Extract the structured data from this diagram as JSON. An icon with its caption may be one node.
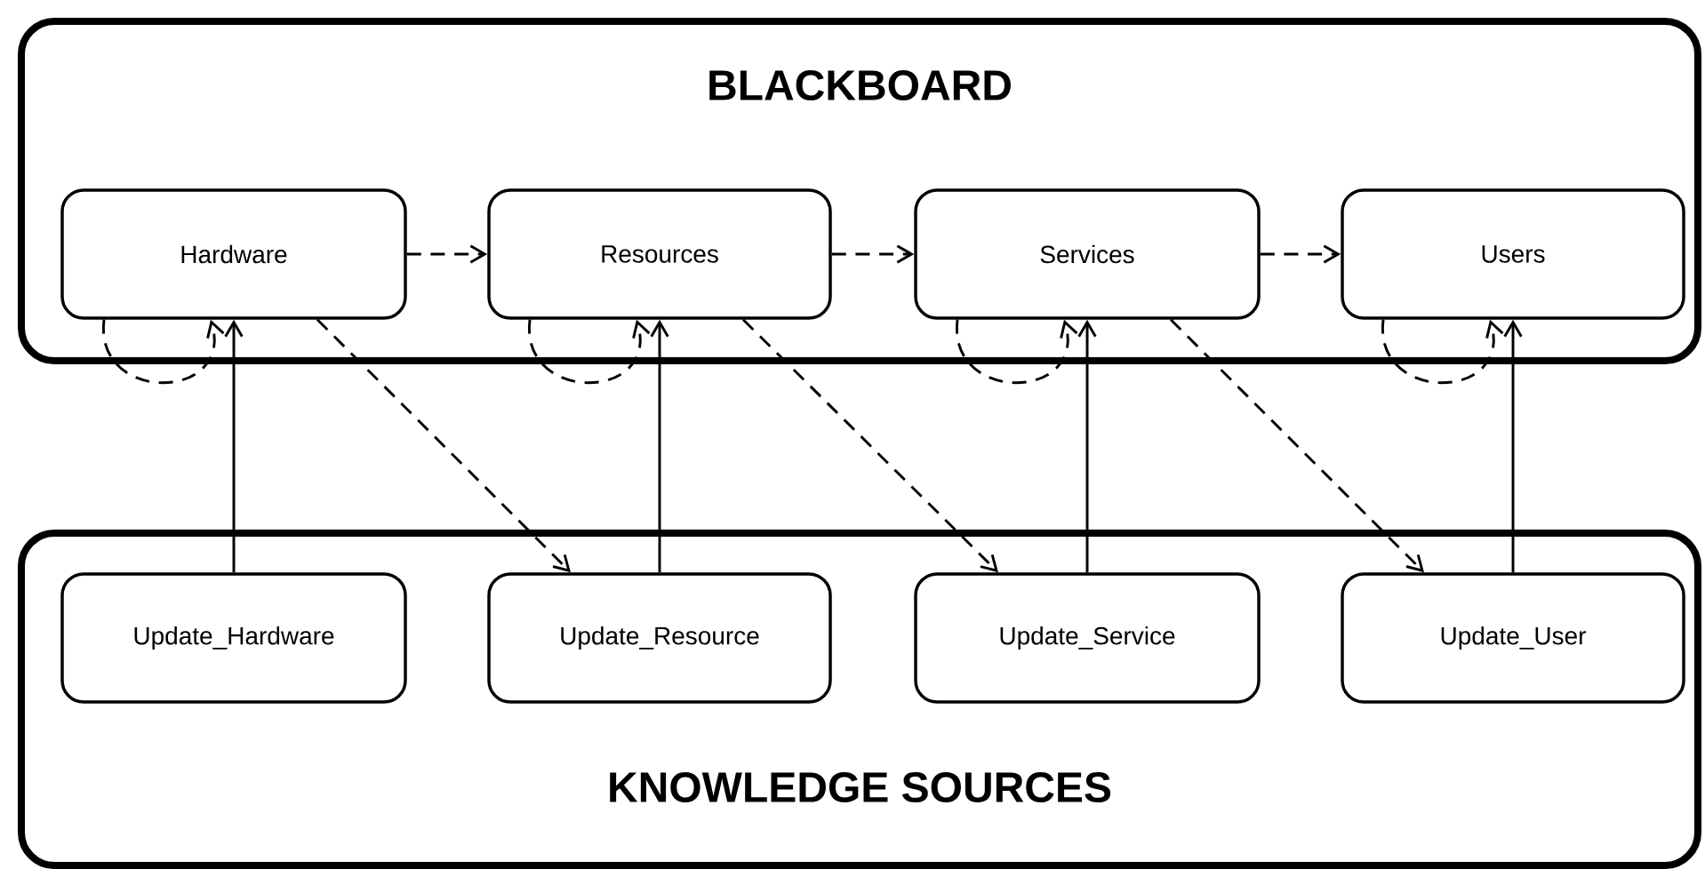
{
  "diagram": {
    "nodes": [
      {
        "text": [
          "BLACKBOARD"
        ]
      },
      {
        "text": [
          "Hardware"
        ],
        "in": 0
      },
      {
        "text": [
          "Resources"
        ],
        "in": 0
      },
      {
        "text": [
          "Services"
        ],
        "in": 0
      },
      {
        "text": [
          "Users"
        ],
        "in": 0
      },
      {
        "text": [
          "KNOWLEDGE  SOURCES"
        ]
      },
      {
        "text": [
          "Update_Hardware"
        ],
        "in": 5
      },
      {
        "text": [
          "Update_Resource"
        ],
        "in": 5
      },
      {
        "text": [
          "Update_Service"
        ],
        "in": 5
      },
      {
        "text": [
          "Update_User"
        ],
        "in": 5
      }
    ],
    "edges": [
      {
        "from": 1,
        "to": 2,
        "arrow": "to",
        "style": "dashed"
      },
      {
        "from": 2,
        "to": 3,
        "arrow": "to",
        "style": "dashed"
      },
      {
        "from": 3,
        "to": 4,
        "arrow": "to",
        "style": "dashed"
      },
      {
        "from": 1,
        "to": 1,
        "arrow": "to",
        "style": "dashed"
      },
      {
        "from": 2,
        "to": 2,
        "arrow": "to",
        "style": "dashed"
      },
      {
        "from": 3,
        "to": 3,
        "arrow": "to",
        "style": "dashed"
      },
      {
        "from": 4,
        "to": 4,
        "arrow": "to",
        "style": "dashed"
      },
      {
        "from": 6,
        "to": 1,
        "arrow": "to"
      },
      {
        "from": 7,
        "to": 2,
        "arrow": "to"
      },
      {
        "from": 8,
        "to": 3,
        "arrow": "to"
      },
      {
        "from": 9,
        "to": 4,
        "arrow": "to"
      },
      {
        "from": 1,
        "to": 7,
        "arrow": "to",
        "style": "dashed"
      },
      {
        "from": 2,
        "to": 8,
        "arrow": "to",
        "style": "dashed"
      },
      {
        "from": 3,
        "to": 9,
        "arrow": "to",
        "style": "dashed"
      }
    ]
  }
}
